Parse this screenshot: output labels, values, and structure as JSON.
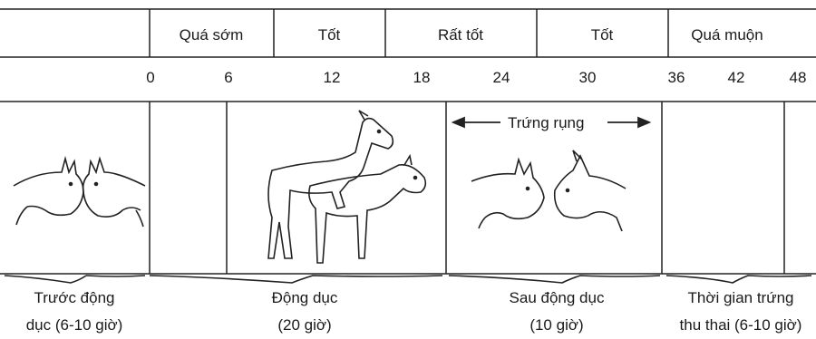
{
  "timing": {
    "bands": [
      "Quá sớm",
      "Tốt",
      "Rất tốt",
      "Tốt",
      "Quá muộn"
    ],
    "hours": [
      "0",
      "6",
      "12",
      "18",
      "24",
      "30",
      "36",
      "42",
      "48"
    ]
  },
  "ovulation_label": "Trứng rụng",
  "phases": [
    {
      "line1": "Trước động",
      "line2": "dục (6-10 giờ)"
    },
    {
      "line1": "Động dục",
      "line2": "(20 giờ)"
    },
    {
      "line1": "Sau động dục",
      "line2": "(10 giờ)"
    },
    {
      "line1": "Thời gian trứng",
      "line2": "thu thai (6-10 giờ)"
    }
  ],
  "illustrations": [
    "goat-pair-sniffing-icon",
    "goats-mounting-icon",
    "goat-pair-facing-icon"
  ]
}
